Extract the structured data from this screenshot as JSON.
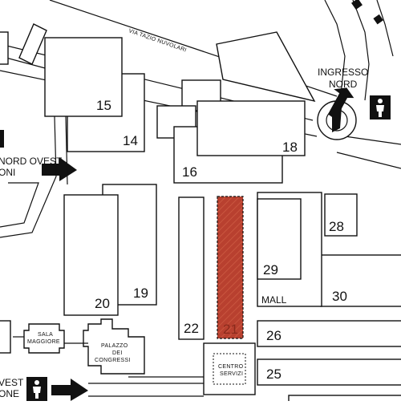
{
  "map": {
    "street_name": "VIA TAZIO NUVOLARI",
    "entrances": {
      "north": [
        "INGRESSO",
        "NORD"
      ],
      "north_west_partial": [
        "NORD OVEST",
        "ONI"
      ],
      "west_partial": [
        "VEST",
        "ONE"
      ]
    },
    "halls": {
      "h14": "14",
      "h15": "15",
      "h16": "16",
      "h18": "18",
      "h19": "19",
      "h20": "20",
      "h21": "21",
      "h22": "22",
      "h25": "25",
      "h26": "26",
      "h28": "28",
      "h29": "29",
      "h30": "30"
    },
    "labels": {
      "mall": "MALL",
      "sala_maggiore": [
        "SALA",
        "MAGGIORE"
      ],
      "palazzo_congressi": [
        "PALAZZO",
        "DEI",
        "CONGRESSI"
      ],
      "centro_servizi": [
        "CENTRO",
        "SERVIZI"
      ]
    },
    "icons": {
      "pedestrian": "pedestrian-icon",
      "entrance_arrow": "arrow-right-icon"
    },
    "colors": {
      "highlight": "#b8402f",
      "highlight_text": "#8a2a1c",
      "ink": "#111111"
    }
  }
}
